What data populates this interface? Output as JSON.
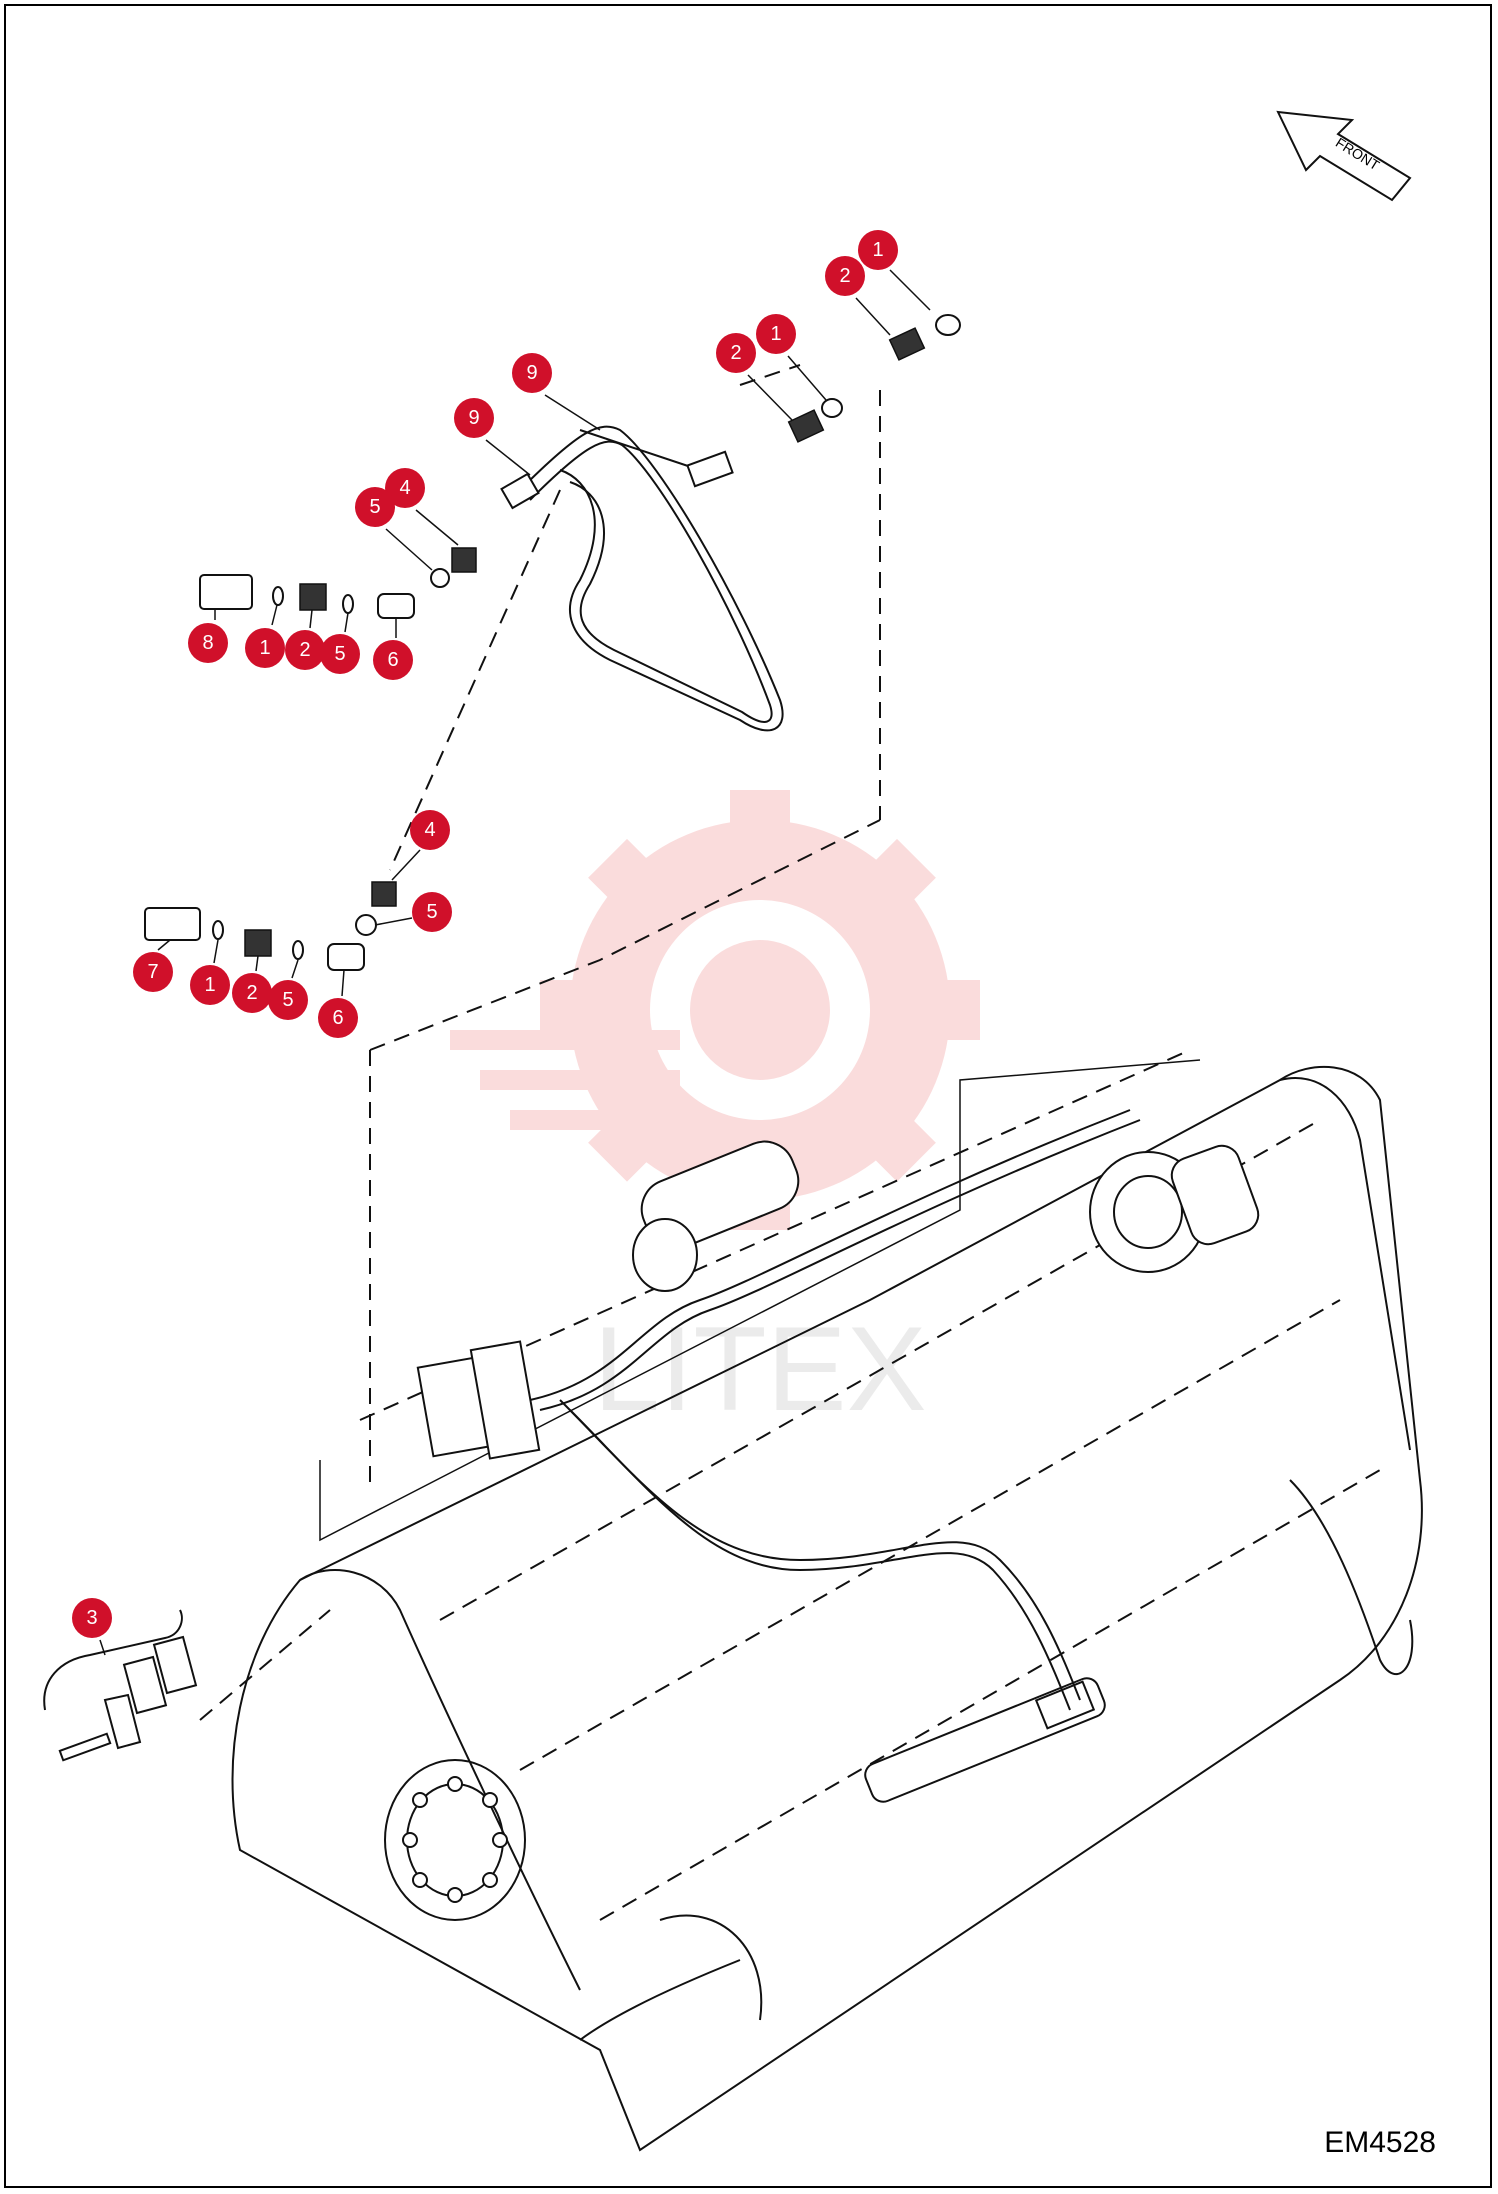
{
  "drawing_number": "EM4528",
  "front_arrow_label": "FRONT",
  "watermark_text": "LITEX",
  "colors": {
    "callout": "#d0102a",
    "watermark": "#f6b3b3",
    "line": "#111111"
  },
  "callouts": [
    {
      "id": "c1",
      "label": "1"
    },
    {
      "id": "c2",
      "label": "2"
    },
    {
      "id": "c3",
      "label": "1"
    },
    {
      "id": "c4",
      "label": "2"
    },
    {
      "id": "c5",
      "label": "9"
    },
    {
      "id": "c6",
      "label": "9"
    },
    {
      "id": "c7",
      "label": "4"
    },
    {
      "id": "c8",
      "label": "5"
    },
    {
      "id": "c9",
      "label": "8"
    },
    {
      "id": "c10",
      "label": "1"
    },
    {
      "id": "c11",
      "label": "2"
    },
    {
      "id": "c12",
      "label": "5"
    },
    {
      "id": "c13",
      "label": "6"
    },
    {
      "id": "c14",
      "label": "4"
    },
    {
      "id": "c15",
      "label": "5"
    },
    {
      "id": "c16",
      "label": "7"
    },
    {
      "id": "c17",
      "label": "1"
    },
    {
      "id": "c18",
      "label": "2"
    },
    {
      "id": "c19",
      "label": "5"
    },
    {
      "id": "c20",
      "label": "6"
    },
    {
      "id": "c21",
      "label": "3"
    }
  ]
}
